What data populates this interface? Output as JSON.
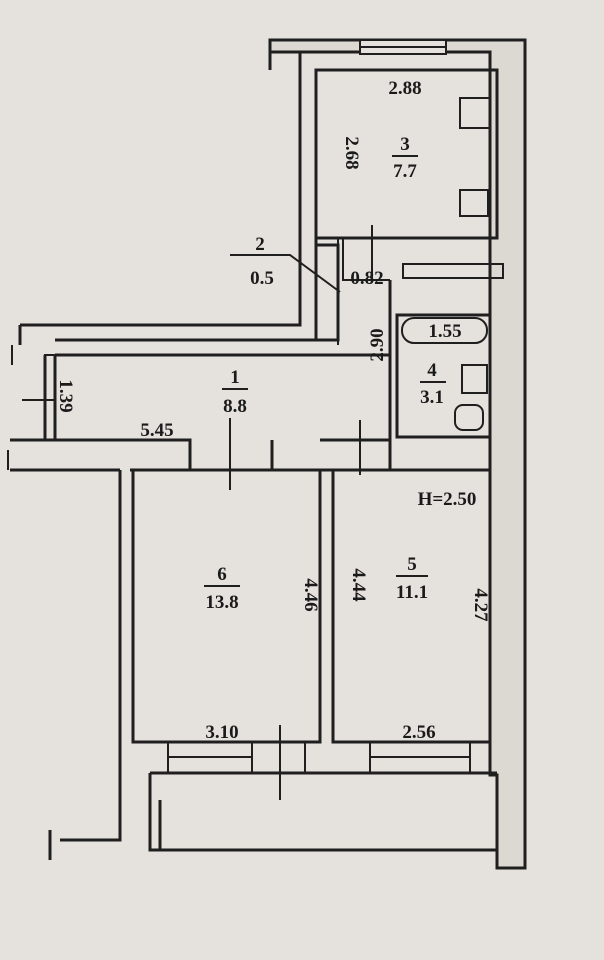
{
  "plan": {
    "rooms": [
      {
        "number": "1",
        "area": "8.8"
      },
      {
        "number": "2",
        "area": "0.5"
      },
      {
        "number": "3",
        "area": "7.7"
      },
      {
        "number": "4",
        "area": "3.1"
      },
      {
        "number": "5",
        "area": "11.1"
      },
      {
        "number": "6",
        "area": "13.8"
      }
    ],
    "dimensions": {
      "kitchen_width": "2.88",
      "kitchen_depth": "2.68",
      "closet_width": "0.82",
      "bath_width": "1.55",
      "bath_depth": "2.90",
      "hall_depth": "1.39",
      "hall_width": "5.45",
      "room6_depth": "4.46",
      "room6_width": "3.10",
      "room5_left_depth": "4.44",
      "room5_right_depth": "4.27",
      "room5_width": "2.56"
    },
    "ceiling_height": "H=2.50"
  }
}
